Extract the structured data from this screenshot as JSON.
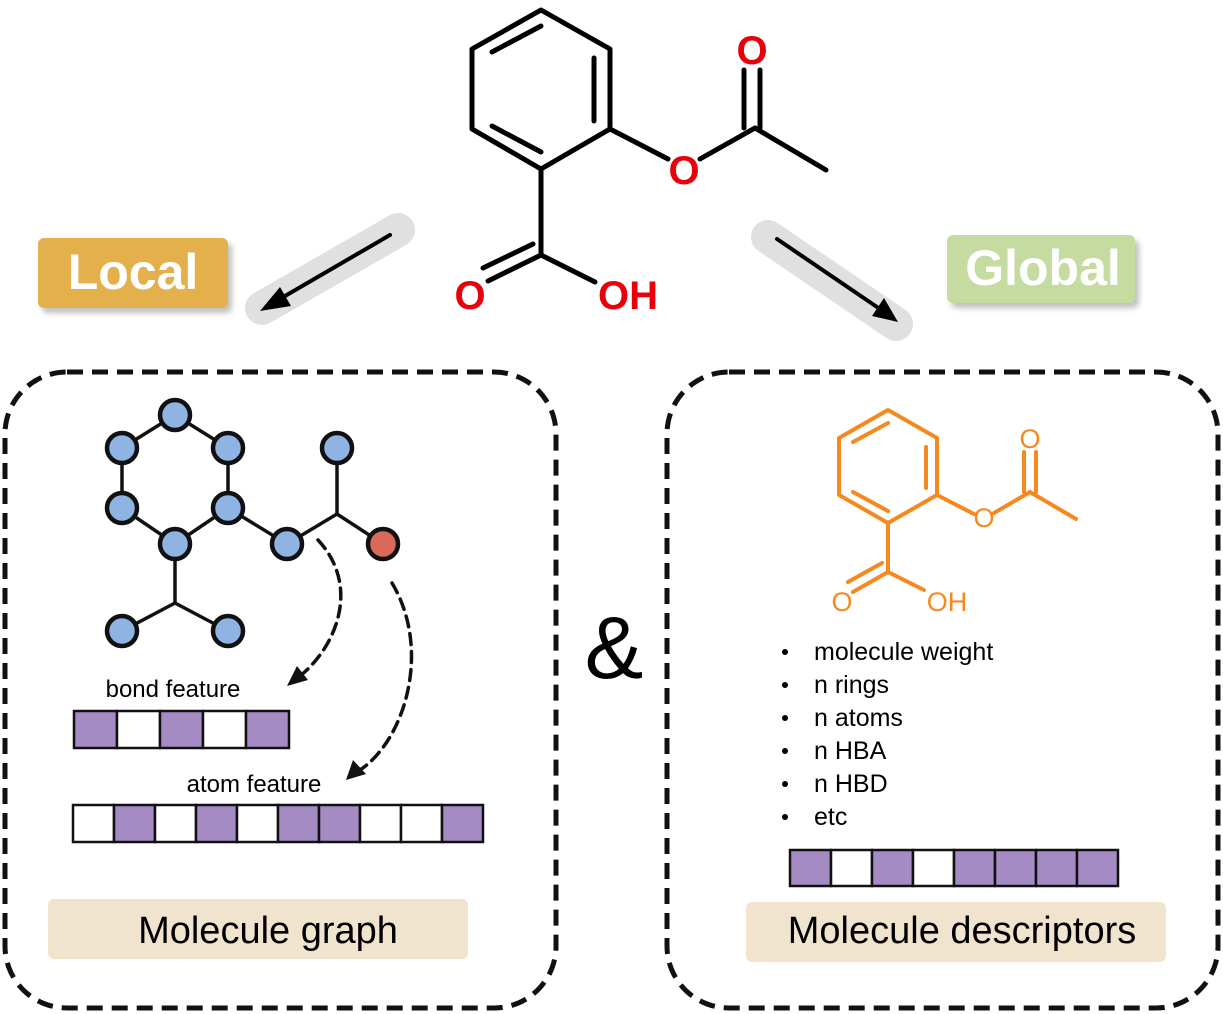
{
  "molecule": {
    "atoms": {
      "carbonyl_O": "O",
      "ester_O": "O",
      "acid_O": "O",
      "acid_OH": "OH"
    }
  },
  "labels": {
    "local": "Local",
    "global": "Global",
    "ampersand": "&"
  },
  "local_panel": {
    "bond_feature_label": "bond feature",
    "atom_feature_label": "atom feature",
    "bond_feature_bits": [
      1,
      0,
      1,
      0,
      1
    ],
    "atom_feature_bits": [
      0,
      1,
      0,
      1,
      0,
      1,
      1,
      0,
      0,
      1
    ],
    "caption": "Molecule graph"
  },
  "global_panel": {
    "atoms": {
      "carbonyl_O": "O",
      "ester_O": "O",
      "acid_O": "O",
      "acid_OH": "OH"
    },
    "descriptors": [
      "molecule weight",
      "n rings",
      "n atoms",
      "n HBA",
      "n HBD",
      "etc"
    ],
    "descriptor_bits": [
      1,
      0,
      1,
      0,
      1,
      1,
      1,
      1
    ],
    "caption": "Molecule descriptors"
  },
  "colors": {
    "local_badge": "#e3b04b",
    "global_badge": "#c5dba0",
    "heteroatom": "#e8000b",
    "node_blue": "#8fb3e3",
    "node_red": "#d9695a",
    "feature_purple": "#a48bc4",
    "molecule_orange": "#f5891f",
    "caption_bg": "#f1e4cf"
  }
}
